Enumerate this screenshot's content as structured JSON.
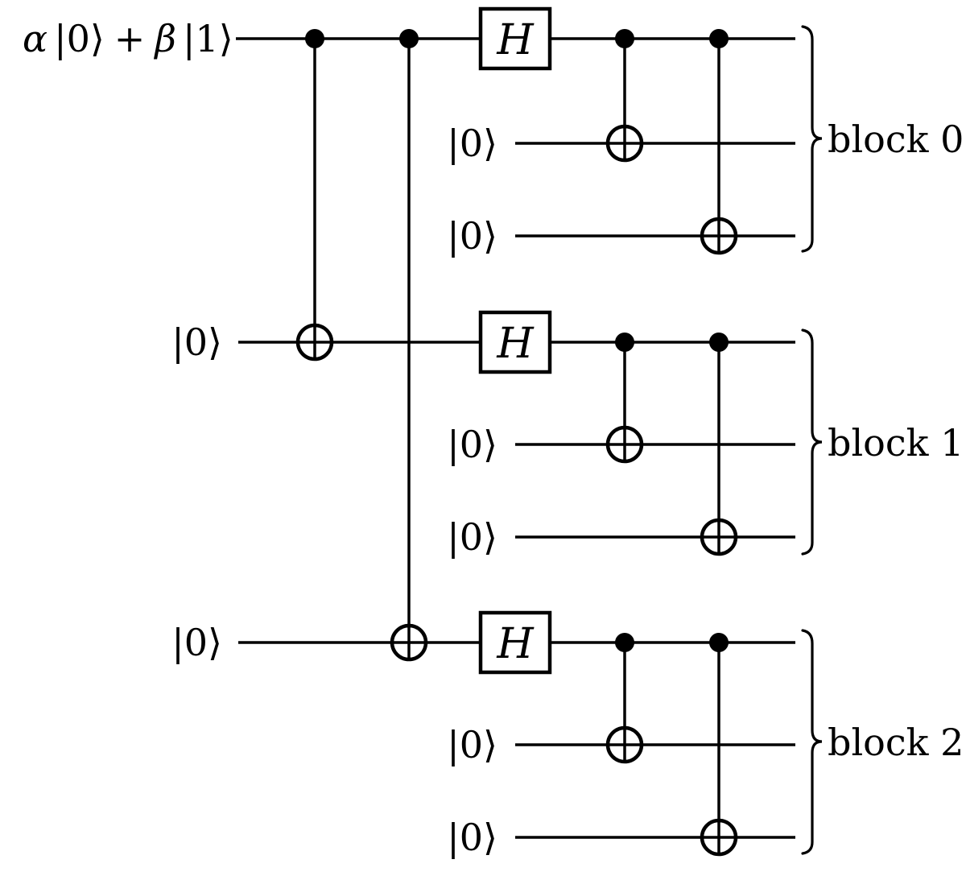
{
  "colors": {
    "ink": "#000000",
    "background": "#ffffff"
  },
  "circuit": {
    "input_state": {
      "alpha": "α",
      "ket_zero": "|0⟩",
      "plus": "+",
      "beta": "β",
      "ket_one": "|1⟩",
      "full_label": "α|0⟩ + β|1⟩"
    },
    "hadamard_label": "H",
    "wires": [
      {
        "index": 0,
        "label": "α|0⟩ + β|1⟩"
      },
      {
        "index": 1,
        "label": "|0⟩"
      },
      {
        "index": 2,
        "label": "|0⟩"
      },
      {
        "index": 3,
        "label": "|0⟩"
      },
      {
        "index": 4,
        "label": "|0⟩"
      },
      {
        "index": 5,
        "label": "|0⟩"
      },
      {
        "index": 6,
        "label": "|0⟩"
      },
      {
        "index": 7,
        "label": "|0⟩"
      },
      {
        "index": 8,
        "label": "|0⟩"
      }
    ],
    "gates": {
      "hadamards_on_wires": [
        0,
        3,
        6
      ],
      "cnots": [
        {
          "control": 0,
          "target": 3
        },
        {
          "control": 0,
          "target": 6
        },
        {
          "control": 0,
          "target": 1
        },
        {
          "control": 0,
          "target": 2
        },
        {
          "control": 3,
          "target": 4
        },
        {
          "control": 3,
          "target": 5
        },
        {
          "control": 6,
          "target": 7
        },
        {
          "control": 6,
          "target": 8
        }
      ]
    },
    "blocks": [
      {
        "label": "block 0",
        "wires": [
          0,
          1,
          2
        ]
      },
      {
        "label": "block 1",
        "wires": [
          3,
          4,
          5
        ]
      },
      {
        "label": "block 2",
        "wires": [
          6,
          7,
          8
        ]
      }
    ]
  }
}
